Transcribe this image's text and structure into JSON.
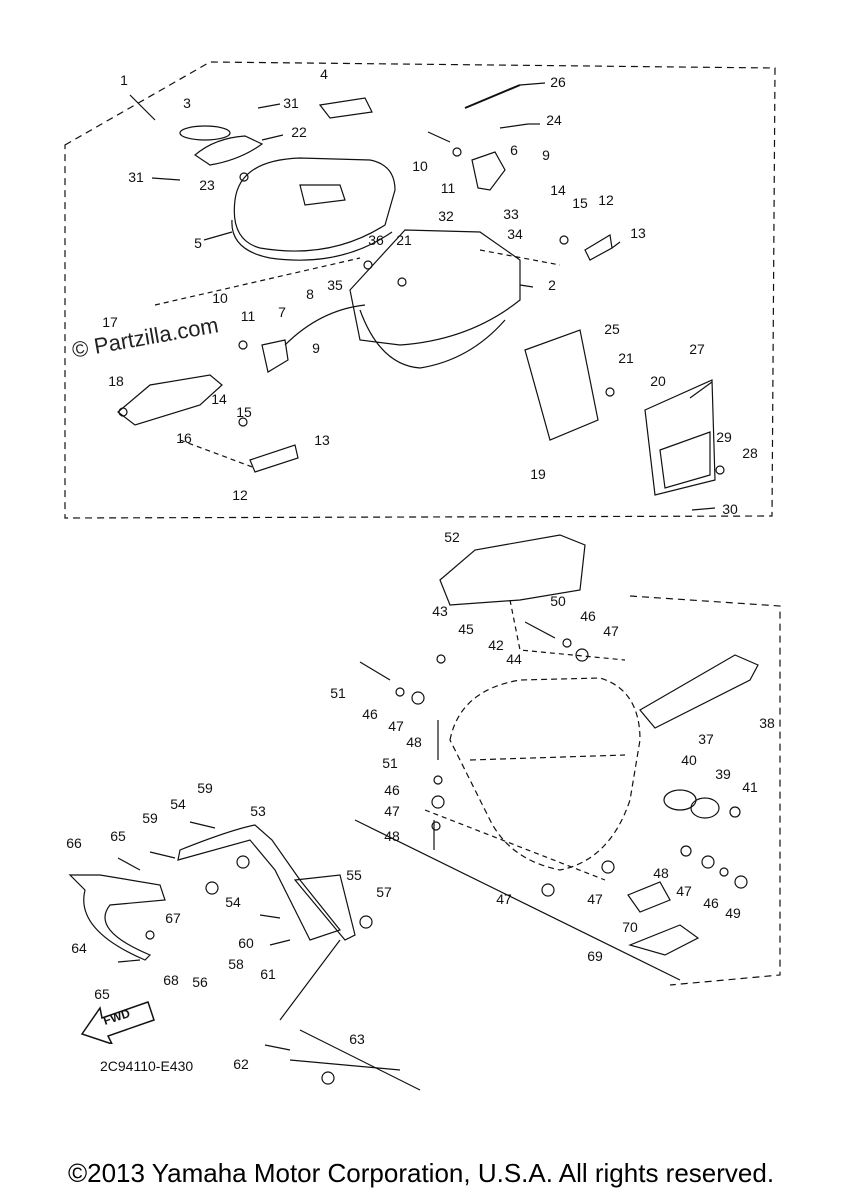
{
  "watermark": "© Partzilla.com",
  "diagram_code": "2C94110-E430",
  "fwd_label": "FWD",
  "copyright": "©2013 Yamaha Motor Corporation, U.S.A. All rights reserved.",
  "callouts": [
    {
      "id": "c1",
      "text": "1"
    },
    {
      "id": "c3",
      "text": "3"
    },
    {
      "id": "c4",
      "text": "4"
    },
    {
      "id": "c31a",
      "text": "31"
    },
    {
      "id": "c22",
      "text": "22"
    },
    {
      "id": "c31b",
      "text": "31"
    },
    {
      "id": "c23",
      "text": "23"
    },
    {
      "id": "c5",
      "text": "5"
    },
    {
      "id": "c26",
      "text": "26"
    },
    {
      "id": "c24",
      "text": "24"
    },
    {
      "id": "c10a",
      "text": "10"
    },
    {
      "id": "c6",
      "text": "6"
    },
    {
      "id": "c9a",
      "text": "9"
    },
    {
      "id": "c11a",
      "text": "11"
    },
    {
      "id": "c14a",
      "text": "14"
    },
    {
      "id": "c15a",
      "text": "15"
    },
    {
      "id": "c12a",
      "text": "12"
    },
    {
      "id": "c13a",
      "text": "13"
    },
    {
      "id": "c32",
      "text": "32"
    },
    {
      "id": "c33",
      "text": "33"
    },
    {
      "id": "c34",
      "text": "34"
    },
    {
      "id": "c36",
      "text": "36"
    },
    {
      "id": "c21a",
      "text": "21"
    },
    {
      "id": "c35",
      "text": "35"
    },
    {
      "id": "c2",
      "text": "2"
    },
    {
      "id": "c8",
      "text": "8"
    },
    {
      "id": "c10b",
      "text": "10"
    },
    {
      "id": "c11b",
      "text": "11"
    },
    {
      "id": "c7",
      "text": "7"
    },
    {
      "id": "c9b",
      "text": "9"
    },
    {
      "id": "c17",
      "text": "17"
    },
    {
      "id": "c18",
      "text": "18"
    },
    {
      "id": "c16",
      "text": "16"
    },
    {
      "id": "c14b",
      "text": "14"
    },
    {
      "id": "c15b",
      "text": "15"
    },
    {
      "id": "c13b",
      "text": "13"
    },
    {
      "id": "c12b",
      "text": "12"
    },
    {
      "id": "c25",
      "text": "25"
    },
    {
      "id": "c27",
      "text": "27"
    },
    {
      "id": "c21b",
      "text": "21"
    },
    {
      "id": "c20",
      "text": "20"
    },
    {
      "id": "c19",
      "text": "19"
    },
    {
      "id": "c29",
      "text": "29"
    },
    {
      "id": "c28",
      "text": "28"
    },
    {
      "id": "c30",
      "text": "30"
    },
    {
      "id": "c52",
      "text": "52"
    },
    {
      "id": "c43",
      "text": "43"
    },
    {
      "id": "c45",
      "text": "45"
    },
    {
      "id": "c50",
      "text": "50"
    },
    {
      "id": "c46a",
      "text": "46"
    },
    {
      "id": "c47a",
      "text": "47"
    },
    {
      "id": "c42",
      "text": "42"
    },
    {
      "id": "c44",
      "text": "44"
    },
    {
      "id": "c51a",
      "text": "51"
    },
    {
      "id": "c46b",
      "text": "46"
    },
    {
      "id": "c47b",
      "text": "47"
    },
    {
      "id": "c48a",
      "text": "48"
    },
    {
      "id": "c37",
      "text": "37"
    },
    {
      "id": "c38",
      "text": "38"
    },
    {
      "id": "c51b",
      "text": "51"
    },
    {
      "id": "c46c",
      "text": "46"
    },
    {
      "id": "c47c",
      "text": "47"
    },
    {
      "id": "c48b",
      "text": "48"
    },
    {
      "id": "c40",
      "text": "40"
    },
    {
      "id": "c39",
      "text": "39"
    },
    {
      "id": "c41",
      "text": "41"
    },
    {
      "id": "c59a",
      "text": "59"
    },
    {
      "id": "c54a",
      "text": "54"
    },
    {
      "id": "c53",
      "text": "53"
    },
    {
      "id": "c59b",
      "text": "59"
    },
    {
      "id": "c65a",
      "text": "65"
    },
    {
      "id": "c66",
      "text": "66"
    },
    {
      "id": "c54b",
      "text": "54"
    },
    {
      "id": "c55",
      "text": "55"
    },
    {
      "id": "c57",
      "text": "57"
    },
    {
      "id": "c67",
      "text": "67"
    },
    {
      "id": "c64",
      "text": "64"
    },
    {
      "id": "c60",
      "text": "60"
    },
    {
      "id": "c58",
      "text": "58"
    },
    {
      "id": "c61",
      "text": "61"
    },
    {
      "id": "c68",
      "text": "68"
    },
    {
      "id": "c56",
      "text": "56"
    },
    {
      "id": "c65b",
      "text": "65"
    },
    {
      "id": "c48c",
      "text": "48"
    },
    {
      "id": "c47d",
      "text": "47"
    },
    {
      "id": "c46d",
      "text": "46"
    },
    {
      "id": "c49",
      "text": "49"
    },
    {
      "id": "c47e",
      "text": "47"
    },
    {
      "id": "c47f",
      "text": "47"
    },
    {
      "id": "c70",
      "text": "70"
    },
    {
      "id": "c69",
      "text": "69"
    },
    {
      "id": "c62",
      "text": "62"
    },
    {
      "id": "c63",
      "text": "63"
    }
  ]
}
